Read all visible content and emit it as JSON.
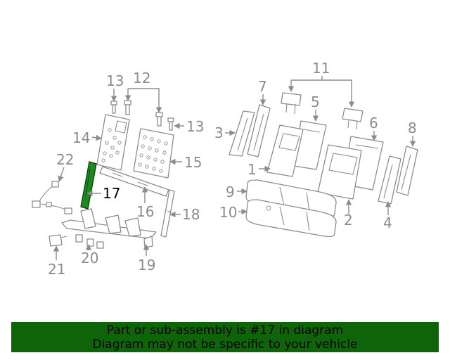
{
  "diagram": {
    "highlighted_part": "17",
    "callouts": [
      "1",
      "2",
      "3",
      "4",
      "5",
      "6",
      "7",
      "8",
      "9",
      "10",
      "11",
      "12",
      "13",
      "13",
      "14",
      "15",
      "16",
      "17",
      "18",
      "19",
      "20",
      "21",
      "22"
    ]
  },
  "banner": {
    "line1": "Part or sub-assembly is #17 in diagram",
    "line2": "Diagram may not be specific to your vehicle"
  },
  "colors": {
    "banner_bg": "#0f640a",
    "highlight_part": "#1c8a1c",
    "line_art": "#8c8c8c"
  }
}
